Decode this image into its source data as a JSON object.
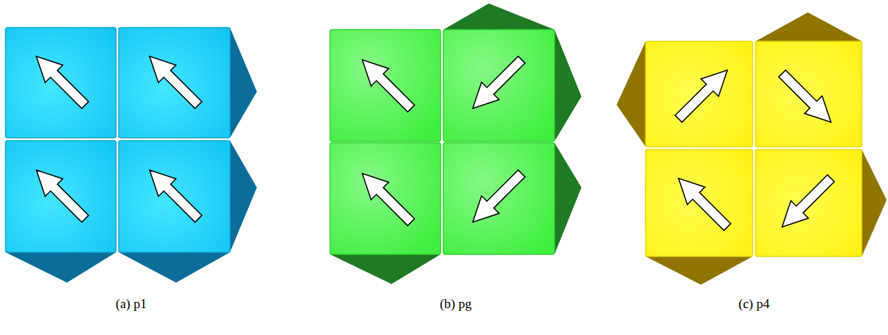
{
  "diagram": {
    "labels": [
      "(a) p1",
      "(b) pg",
      "(c) p4"
    ]
  }
}
